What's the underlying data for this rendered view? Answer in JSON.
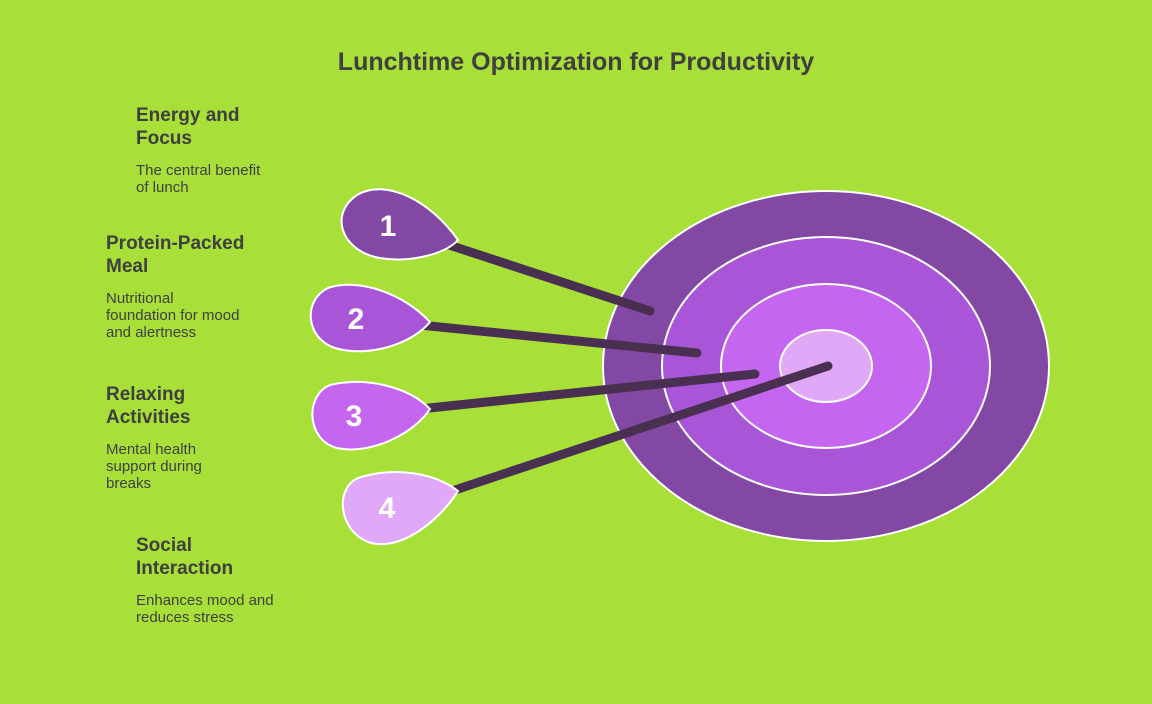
{
  "title": "Lunchtime Optimization for Productivity",
  "colors": {
    "background": "#a8df38",
    "ring_outer": "#8248a4",
    "ring_second": "#a855d8",
    "ring_third": "#c466f0",
    "ring_center": "#e2a8f8",
    "dart_1": "#8248a4",
    "dart_2": "#a855d8",
    "dart_3": "#c466f0",
    "dart_4": "#e2a8f8",
    "dart_line": "#4a3050",
    "text": "#3f3f3f"
  },
  "items": [
    {
      "number": "1",
      "heading_line1": "Energy and",
      "heading_line2": "Focus",
      "desc_line1": "The central benefit",
      "desc_line2": "of lunch",
      "desc_line3": ""
    },
    {
      "number": "2",
      "heading_line1": "Protein-Packed",
      "heading_line2": "Meal",
      "desc_line1": "Nutritional",
      "desc_line2": "foundation for mood",
      "desc_line3": "and alertness"
    },
    {
      "number": "3",
      "heading_line1": "Relaxing",
      "heading_line2": "Activities",
      "desc_line1": "Mental health",
      "desc_line2": "support during",
      "desc_line3": "breaks"
    },
    {
      "number": "4",
      "heading_line1": "Social",
      "heading_line2": "Interaction",
      "desc_line1": "Enhances mood and",
      "desc_line2": "reduces stress",
      "desc_line3": ""
    }
  ]
}
